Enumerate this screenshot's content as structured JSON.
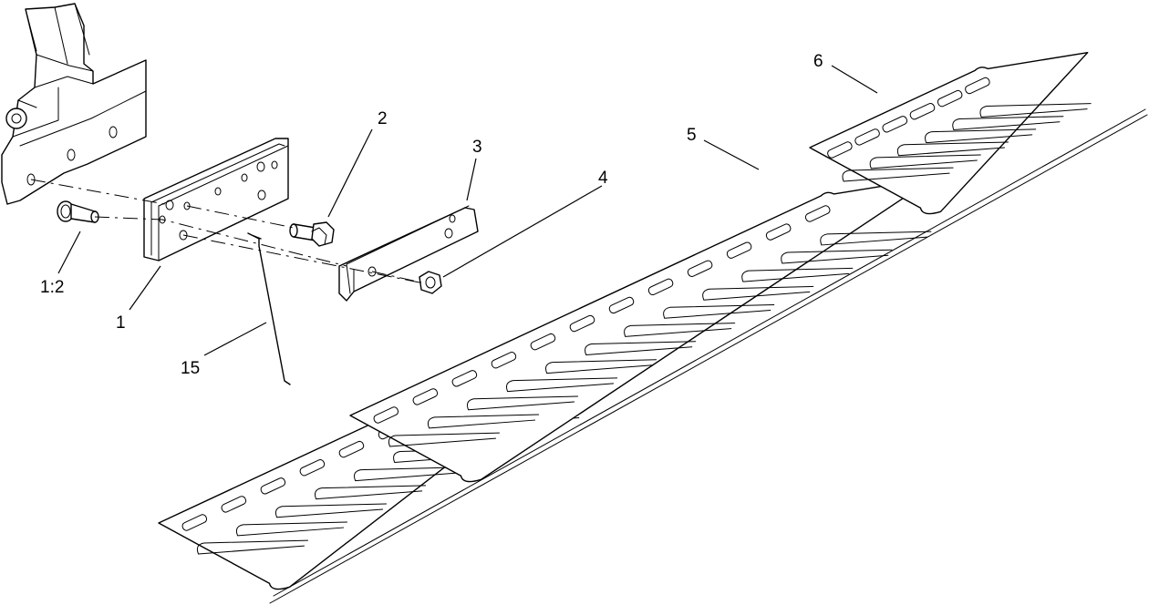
{
  "diagram": {
    "callouts": [
      {
        "id": "c1",
        "label": "1"
      },
      {
        "id": "c1-2",
        "label": "1:2"
      },
      {
        "id": "c2",
        "label": "2"
      },
      {
        "id": "c3",
        "label": "3"
      },
      {
        "id": "c4",
        "label": "4"
      },
      {
        "id": "c5",
        "label": "5"
      },
      {
        "id": "c6",
        "label": "6"
      },
      {
        "id": "c15",
        "label": "15"
      }
    ],
    "colors": {
      "line": "#000000",
      "background": "#ffffff"
    }
  }
}
